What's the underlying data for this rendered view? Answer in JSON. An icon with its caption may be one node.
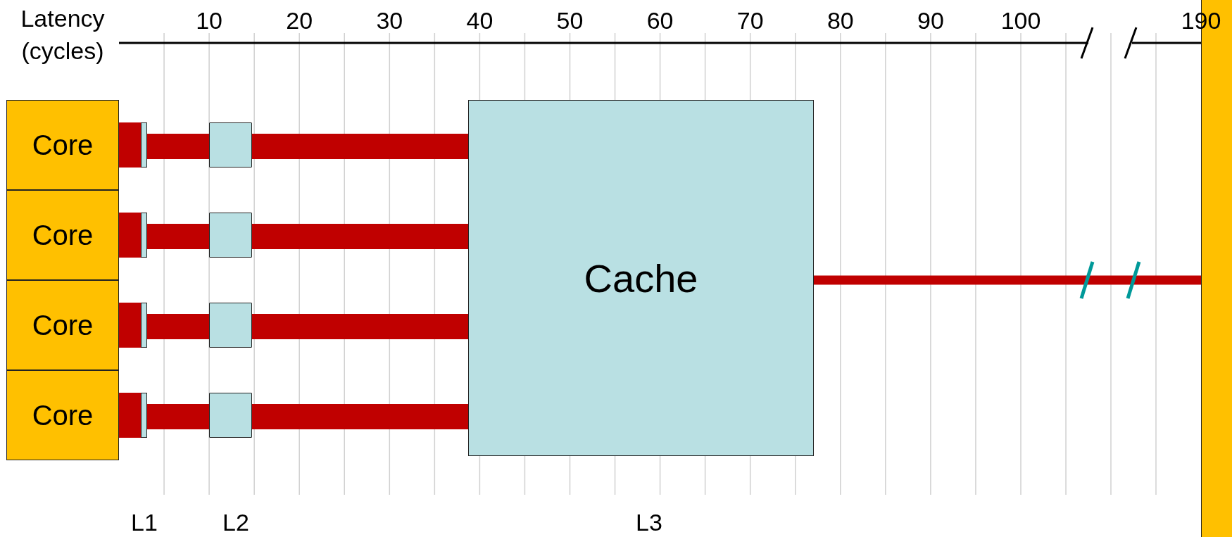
{
  "diagram": {
    "nodes": [
      {
        "text": [
          "Core"
        ]
      },
      {
        "text": [
          "Core"
        ]
      },
      {
        "text": [
          "Core"
        ]
      },
      {
        "text": [
          "Core"
        ]
      },
      {
        "text": [],
        "shape": "bar"
      },
      {
        "text": [],
        "shape": "bar"
      },
      {
        "text": [],
        "shape": "bar"
      },
      {
        "text": [],
        "shape": "bar"
      },
      {
        "text": [],
        "shape": "box"
      },
      {
        "text": [],
        "shape": "box"
      },
      {
        "text": [],
        "shape": "box"
      },
      {
        "text": [],
        "shape": "box"
      },
      {
        "text": [
          "Cache"
        ]
      },
      {
        "text": [],
        "shape": "bar"
      }
    ],
    "edges": [
      {
        "from": 0,
        "to": 4,
        "arrow": "none"
      },
      {
        "from": 1,
        "to": 5,
        "arrow": "none"
      },
      {
        "from": 2,
        "to": 6,
        "arrow": "none"
      },
      {
        "from": 3,
        "to": 7,
        "arrow": "none"
      },
      {
        "from": 4,
        "to": 8,
        "arrow": "none"
      },
      {
        "from": 5,
        "to": 9,
        "arrow": "none"
      },
      {
        "from": 6,
        "to": 10,
        "arrow": "none"
      },
      {
        "from": 7,
        "to": 11,
        "arrow": "none"
      },
      {
        "from": 8,
        "to": 12,
        "arrow": "none"
      },
      {
        "from": 9,
        "to": 12,
        "arrow": "none"
      },
      {
        "from": 10,
        "to": 12,
        "arrow": "none"
      },
      {
        "from": 11,
        "to": 12,
        "arrow": "none"
      },
      {
        "from": 12,
        "to": 13,
        "arrow": "none"
      }
    ],
    "labels": [
      "Latency (cycles)",
      "10",
      "20",
      "30",
      "40",
      "50",
      "60",
      "70",
      "80",
      "90",
      "100",
      "190",
      "L1",
      "L2",
      "L3"
    ]
  }
}
